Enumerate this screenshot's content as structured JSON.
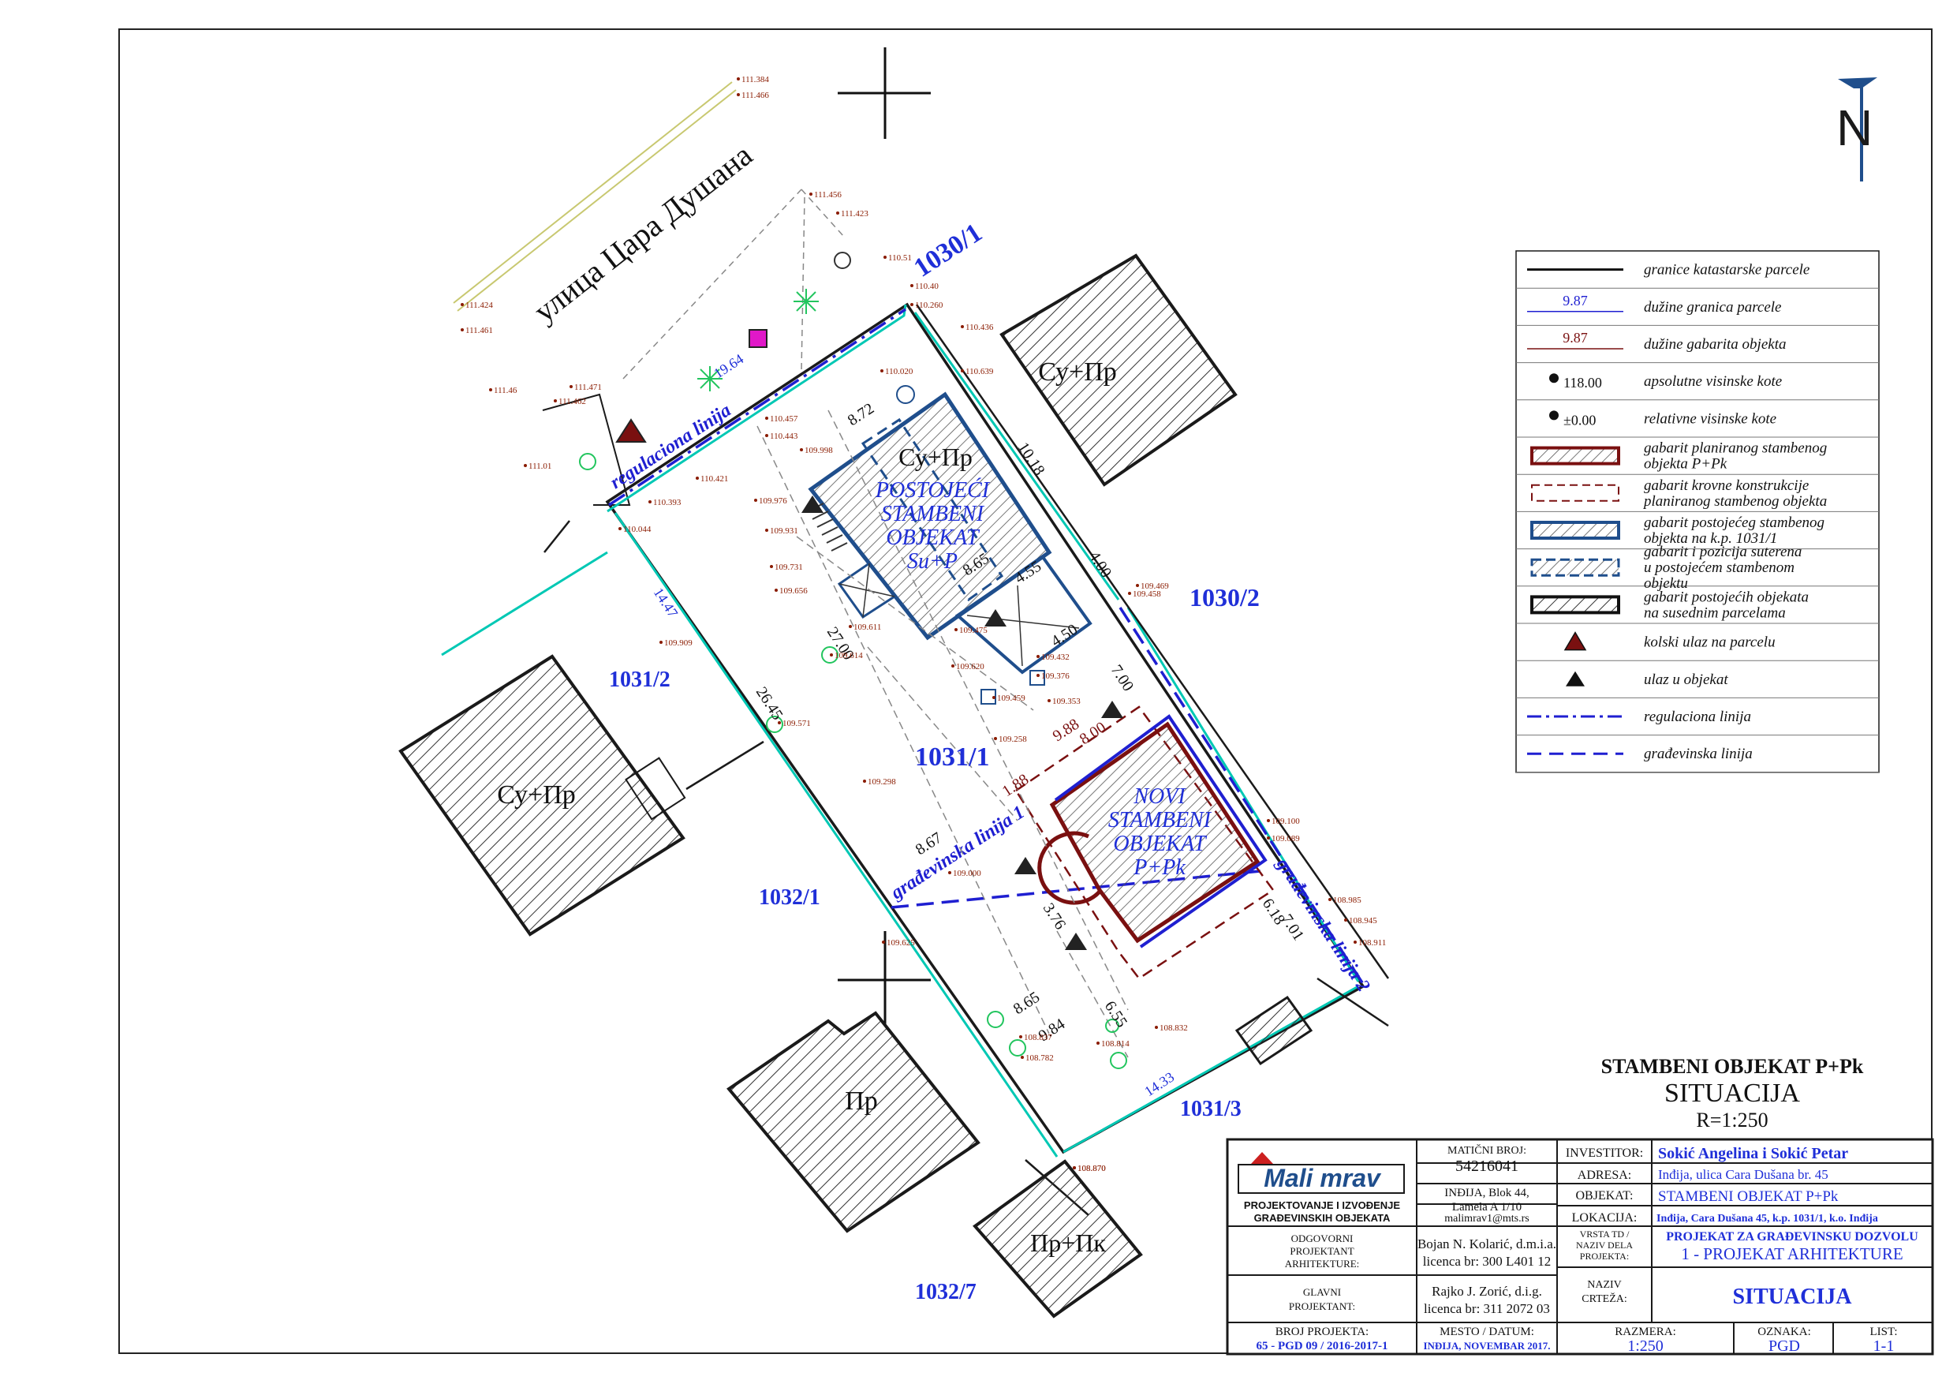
{
  "street": "улица Цара Душана",
  "parcels": {
    "p1030_1": "1030/1",
    "p1030_2": "1030/2",
    "p1031_1": "1031/1",
    "p1031_2": "1031/2",
    "p1031_3": "1031/3",
    "p1032_1": "1032/1",
    "p1032_7": "1032/7"
  },
  "buildings": {
    "b_top_right": "Су+Пр",
    "b_existing_label": "Су+Пр",
    "b_left": "Су+Пр",
    "b_bottom": "Пр",
    "b_bottom_right": "Пр+Пк"
  },
  "existing_building": [
    "POSTOJEĆI",
    "STAMBENI",
    "OBJEKAT",
    "Su+P"
  ],
  "new_building": [
    "NOVI",
    "STAMBENI",
    "OBJEKAT",
    "P+Pk"
  ],
  "lines": {
    "regulation": "regulaciona linija",
    "building_1": "građevinska linija 1",
    "building_2": "građevinska linija 2"
  },
  "dims": {
    "d1": "8.72",
    "d2": "10.18",
    "d3": "4.00",
    "d4": "4.55",
    "d5": "8.65",
    "d6": "4.50",
    "d7": "26.45",
    "d8": "27.00",
    "d9": "14.47",
    "d10": "8.67",
    "d11": "9.88",
    "d12": "8.00",
    "d13": "14.33",
    "d14": "7.00",
    "d15": "6.55",
    "d16": "8.65",
    "d17": "19.64",
    "d18": "9.84",
    "d19": "7.01",
    "d20": "6.18",
    "d21": "1.88",
    "d22": "3.76"
  },
  "elevations": [
    "111.384",
    "111.466",
    "111.456",
    "111.423",
    "110.51",
    "110.40",
    "110.260",
    "110.436",
    "111.424",
    "111.461",
    "111.46",
    "111.471",
    "111.462",
    "111.01",
    "110.457",
    "110.443",
    "110.020",
    "110.639",
    "110.421",
    "110.393",
    "109.998",
    "109.976",
    "110.044",
    "109.931",
    "109.731",
    "109.656",
    "109.611",
    "109.614",
    "109.909",
    "109.571",
    "109.475",
    "109.620",
    "109.432",
    "109.376",
    "109.458",
    "109.469",
    "109.459",
    "109.353",
    "109.258",
    "109.298",
    "109.100",
    "109.089",
    "109.000",
    "109.625",
    "108.985",
    "108.945",
    "108.911",
    "108.870",
    "108.837",
    "108.782",
    "108.832",
    "108.814",
    "108.870"
  ],
  "legend": [
    {
      "label": "granice katastarske parcele",
      "sample": ""
    },
    {
      "label": "dužine granica parcele",
      "sample": "9.87"
    },
    {
      "label": "dužine gabarita objekta",
      "sample": "9.87"
    },
    {
      "label": "apsolutne visinske kote",
      "sample": "118.00"
    },
    {
      "label": "relativne visinske kote",
      "sample": "±0.00"
    },
    {
      "label": "gabarit planiranog stambenog objekta P+Pk",
      "sample": ""
    },
    {
      "label": "gabarit krovne konstrukcije planiranog stambenog objekta",
      "sample": ""
    },
    {
      "label": "gabarit postojećeg stambenog objekta na k.p. 1031/1",
      "sample": ""
    },
    {
      "label": "gabarit i pozicija suterena u postojećem stambenom objektu",
      "sample": ""
    },
    {
      "label": "gabarit postojećih objekata na susednim parcelama",
      "sample": ""
    },
    {
      "label": "kolski ulaz na parcelu",
      "sample": ""
    },
    {
      "label": "ulaz u objekat",
      "sample": ""
    },
    {
      "label": "regulaciona linija",
      "sample": ""
    },
    {
      "label": "građevinska linija",
      "sample": ""
    }
  ],
  "drawing_title": {
    "line1": "STAMBENI OBJEKAT P+Pk",
    "line2": "SITUACIJA",
    "line3": "R=1:250"
  },
  "north": "N",
  "title_block": {
    "logo": "Mali mrav",
    "company_line1": "PROJEKTOVANJE I IZVOĐENJE",
    "company_line2": "GRAĐEVINSKIH OBJEKATA",
    "mb_label": "MATIČNI BROJ:",
    "mb_value": "54216041",
    "address1": "INĐIJA, Blok 44,",
    "address2": "Lamela A 1/10",
    "email": "malimrav1@mts.rs",
    "investor_label": "INVESTITOR:",
    "investor_value": "Sokić Angelina i Sokić Petar",
    "adresa_label": "ADRESA:",
    "adresa_value": "Inđija, ulica Cara Dušana br. 45",
    "objekat_label": "OBJEKAT:",
    "objekat_value": "STAMBENI OBJEKAT P+Pk",
    "lokacija_label": "LOKACIJA:",
    "lokacija_value": "Inđija, Cara Dušana 45, k.p. 1031/1, k.o. Inđija",
    "resp_label1": "ODGOVORNI",
    "resp_label2": "PROJEKTANT",
    "resp_label3": "ARHITEKTURE:",
    "resp_name": "Bojan N. Kolarić, d.m.i.a.",
    "resp_license": "licenca br: 300 L401 12",
    "vrsta_label1": "VRSTA TD /",
    "vrsta_label2": "NAZIV DELA",
    "vrsta_label3": "PROJEKTA:",
    "vrsta_value1": "PROJEKAT ZA GRAĐEVINSKU DOZVOLU",
    "vrsta_value2": "1 - PROJEKAT ARHITEKTURE",
    "main_label1": "GLAVNI",
    "main_label2": "PROJEKTANT:",
    "main_name": "Rajko J. Zorić, d.i.g.",
    "main_license": "licenca br: 311 2072 03",
    "naziv_label1": "NAZIV",
    "naziv_label2": "CRTEŽA:",
    "naziv_value": "SITUACIJA",
    "broj_label": "BROJ PROJEKTA:",
    "broj_value": "65 - PGD 09 / 2016-2017-1",
    "mesto_label": "MESTO / DATUM:",
    "mesto_value": "INĐIJA, NOVEMBAR 2017.",
    "razmera_label": "RAZMERA:",
    "razmera_value": "1:250",
    "oznaka_label": "OZNAKA:",
    "oznaka_value": "PGD",
    "list_label": "LIST:",
    "list_value": "1-1"
  },
  "colors": {
    "parcel": "#1a1a1a",
    "regulation": "#1f1fd1",
    "cyan": "#00c8b4",
    "existing": "#1f4e8c",
    "planned": "#7a1010",
    "elevation": "#8a1b00",
    "title_blue": "#1f2fd8"
  }
}
